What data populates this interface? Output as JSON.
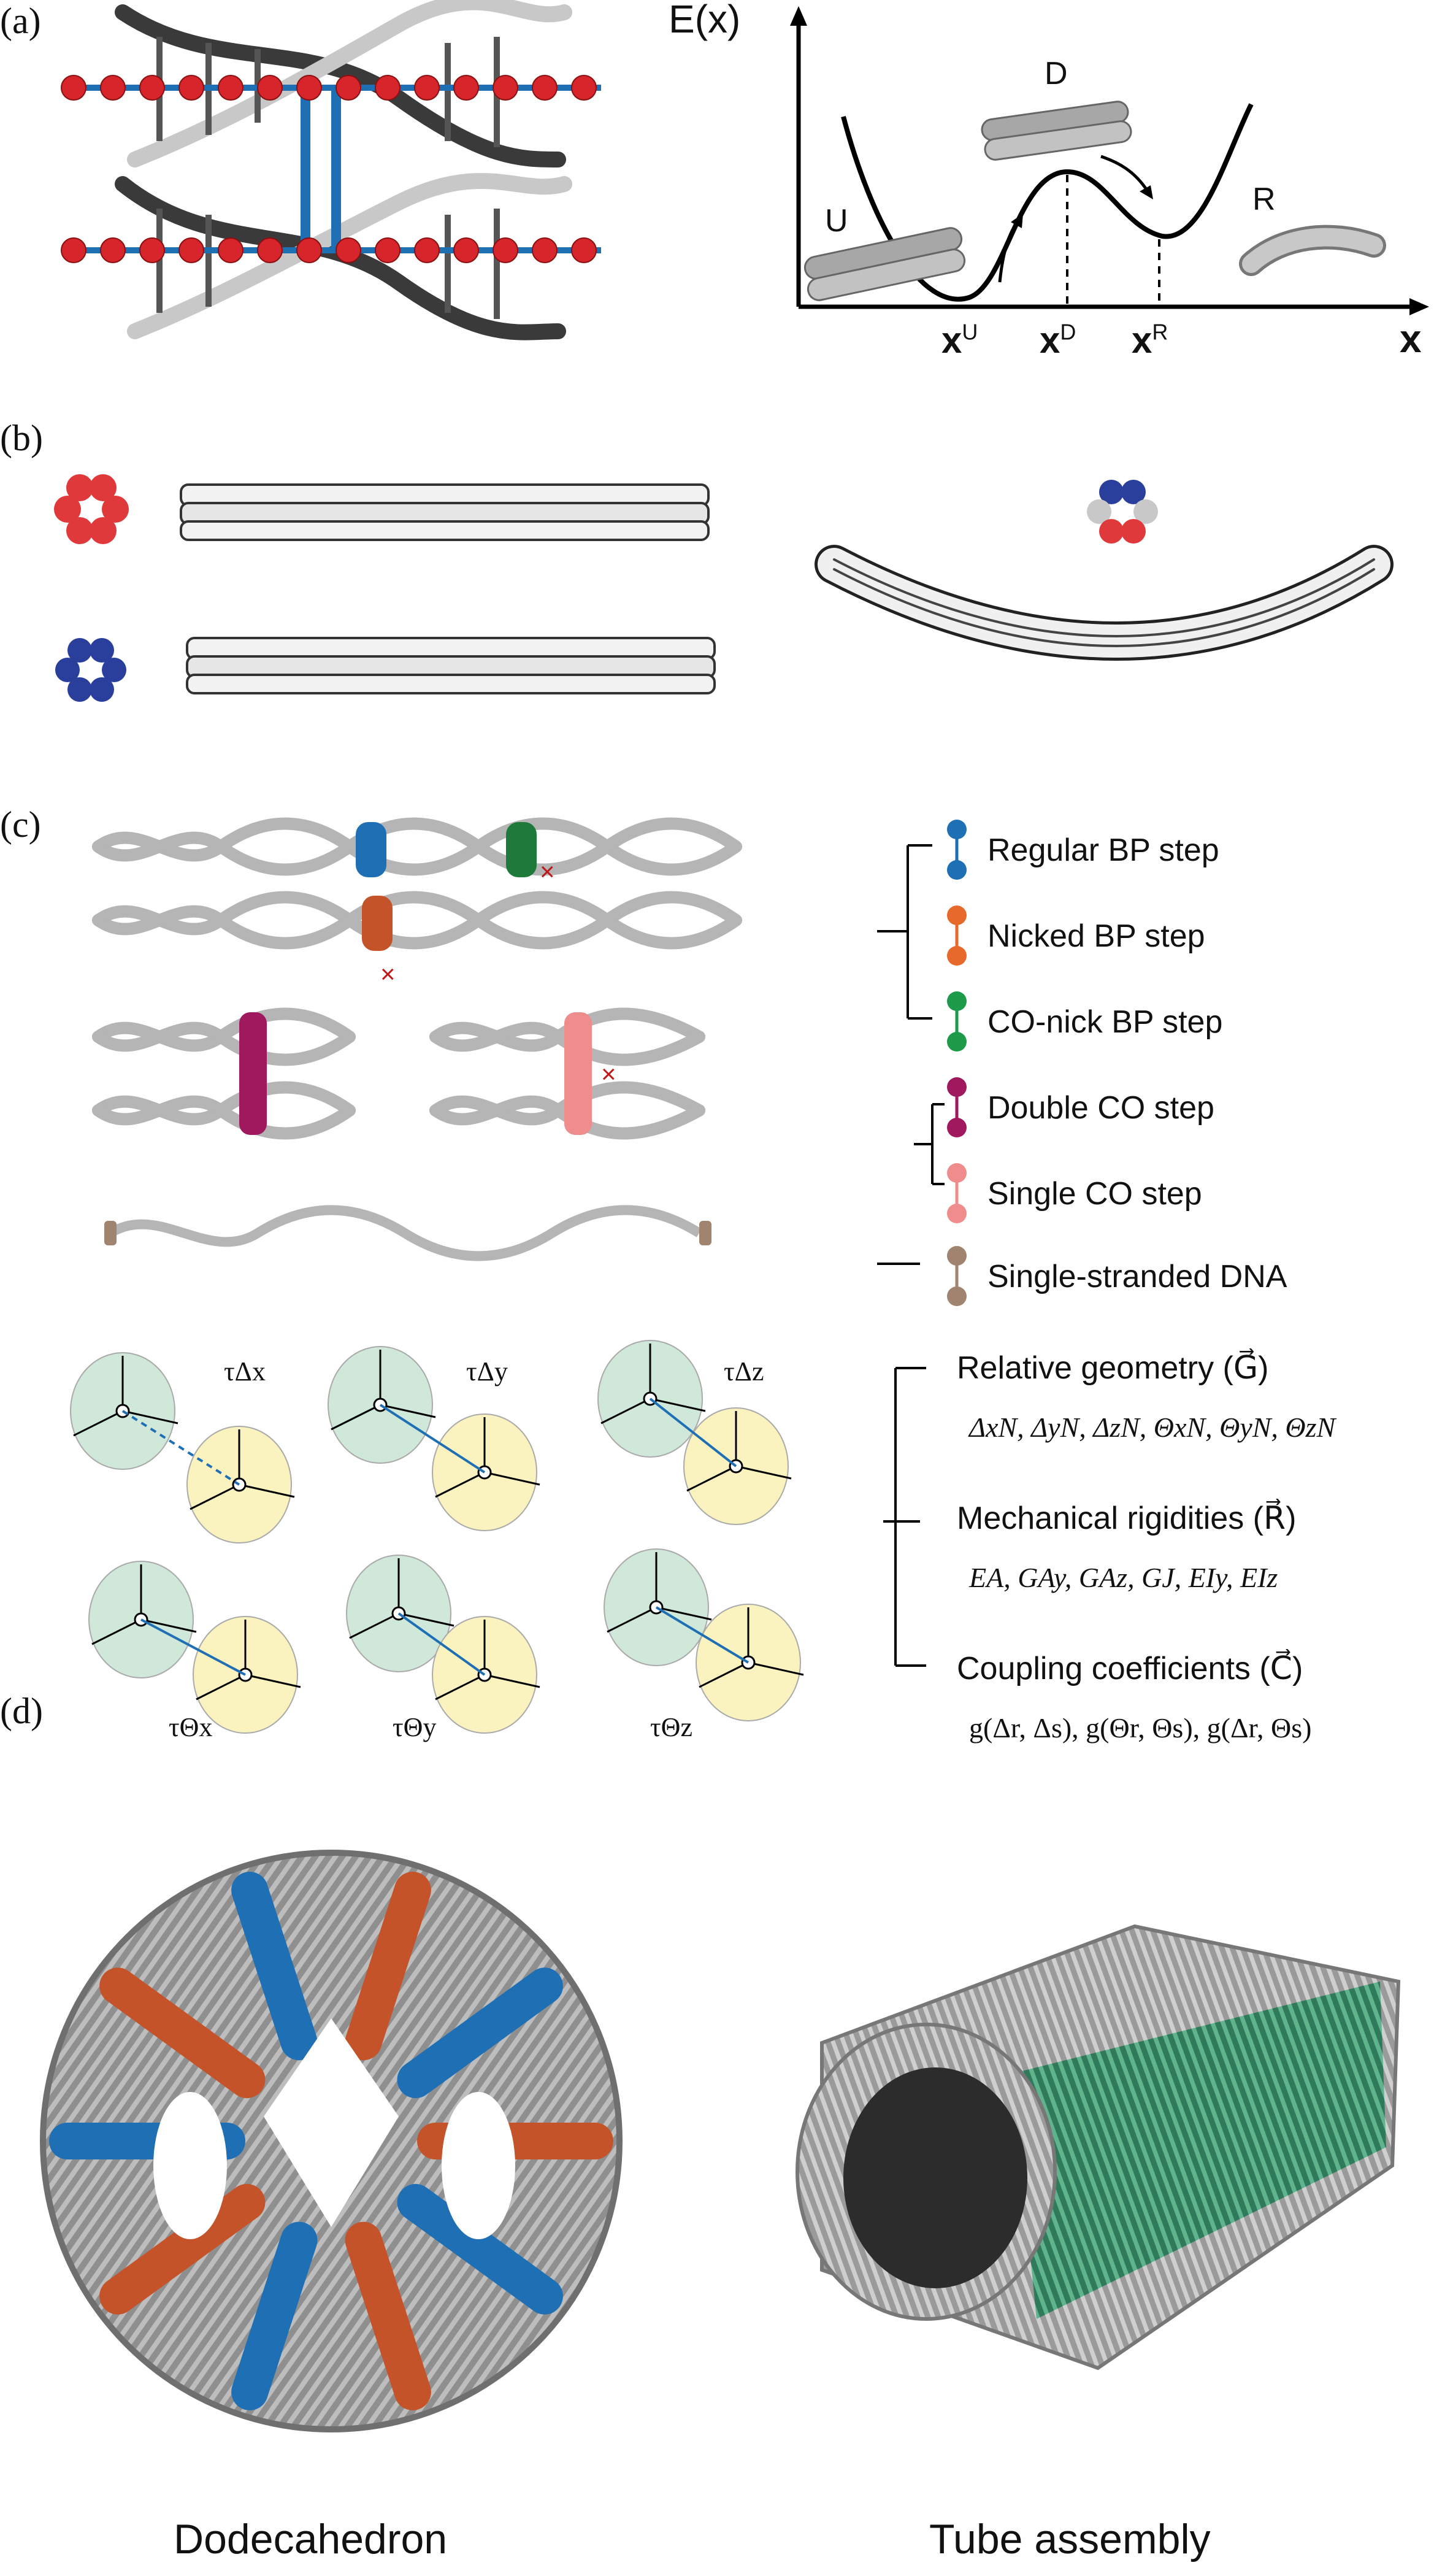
{
  "panels": {
    "a": "(a)",
    "b": "(b)",
    "c": "(c)",
    "d": "(d)"
  },
  "energy_plot": {
    "ylabel": "E(x)",
    "xlabel": "x",
    "states": {
      "U": "U",
      "D": "D",
      "R": "R"
    },
    "xticks": {
      "U": "x",
      "U_sup": "U",
      "D": "x",
      "D_sup": "D",
      "R": "x",
      "R_sup": "R"
    }
  },
  "legend_steps": [
    {
      "label": "Regular BP step",
      "color": "#1f6fb5"
    },
    {
      "label": "Nicked BP step",
      "color": "#e8692c"
    },
    {
      "label": "CO-nick BP step",
      "color": "#1e9a4b"
    },
    {
      "label": "Double CO step",
      "color": "#a0195f"
    },
    {
      "label": "Single CO step",
      "color": "#ef8c8c"
    },
    {
      "label": "Single-stranded DNA",
      "color": "#a08470"
    }
  ],
  "geometry_labels": {
    "row1": [
      "τΔx",
      "τΔy",
      "τΔz"
    ],
    "row2": [
      "τΘx",
      "τΘy",
      "τΘz"
    ]
  },
  "property_groups": {
    "geometry_title": "Relative geometry (G⃗)",
    "geometry_values": "ΔxN, ΔyN, ΔzN, ΘxN, ΘyN, ΘzN",
    "rigidity_title": "Mechanical rigidities (R⃗)",
    "rigidity_values": "EA, GAy, GAz, GJ, EIy, EIz",
    "coupling_title": "Coupling coefficients (C⃗)",
    "coupling_values": "g(Δr, Δs), g(Θr, Θs), g(Δr, Θs)"
  },
  "captions": {
    "left": "Dodecahedron",
    "right": "Tube assembly"
  },
  "colors": {
    "blue": "#1f6fb5",
    "red_bead": "#d6262b",
    "orange": "#c4532a",
    "green": "#3f9a6e",
    "gray": "#9a9a9a",
    "dark": "#2a2a2a"
  }
}
